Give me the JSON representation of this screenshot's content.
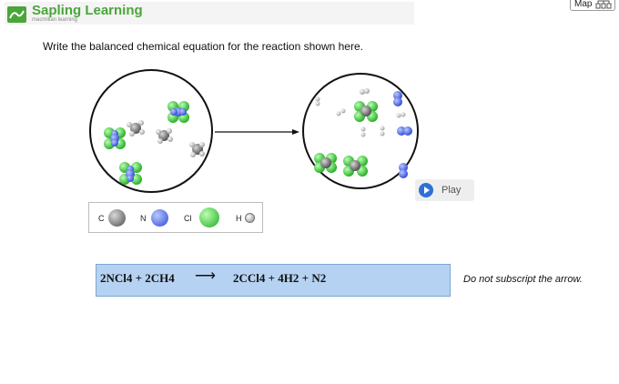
{
  "header": {
    "brand": "Sapling Learning",
    "brand_sub": "macmillan learning",
    "map_label": "Map"
  },
  "question": {
    "prompt": "Write the balanced chemical equation for the reaction shown here."
  },
  "legend": {
    "items": [
      {
        "symbol": "C",
        "color": "#888888"
      },
      {
        "symbol": "N",
        "color": "#4a6df0"
      },
      {
        "symbol": "Cl",
        "color": "#3ccf3c"
      },
      {
        "symbol": "H",
        "color": "#e6e6e6"
      }
    ]
  },
  "play": {
    "label": "Play"
  },
  "answer": {
    "left": "2NCl4 + 2CH4",
    "arrow": "⟶",
    "right": "2CCl4 + 4H2 + N2"
  },
  "note": "Do not subscript the arrow.",
  "colors": {
    "brand_green": "#4aa63a",
    "answer_bg": "#b6d2f2",
    "play_blue": "#2f6fd8"
  }
}
